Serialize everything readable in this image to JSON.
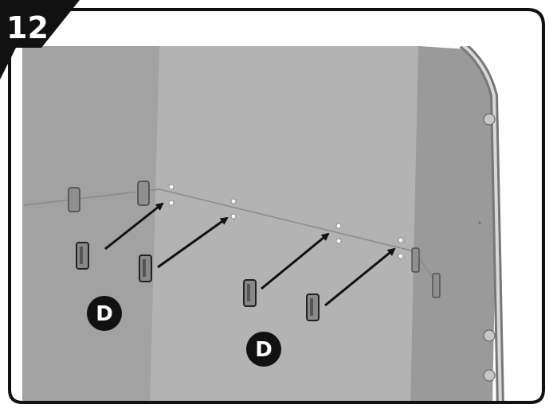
{
  "step": {
    "number": "12"
  },
  "parts": [
    {
      "id": "D-left",
      "label": "D"
    },
    {
      "id": "D-right",
      "label": "D"
    }
  ],
  "colors": {
    "frame": "#111111",
    "badge_bg": "#111111",
    "badge_text": "#ffffff",
    "panel_back": "#b3b3b3",
    "panel_left": "#a2a2a2",
    "panel_right": "#9a9a9a",
    "arrow": "#111111"
  }
}
